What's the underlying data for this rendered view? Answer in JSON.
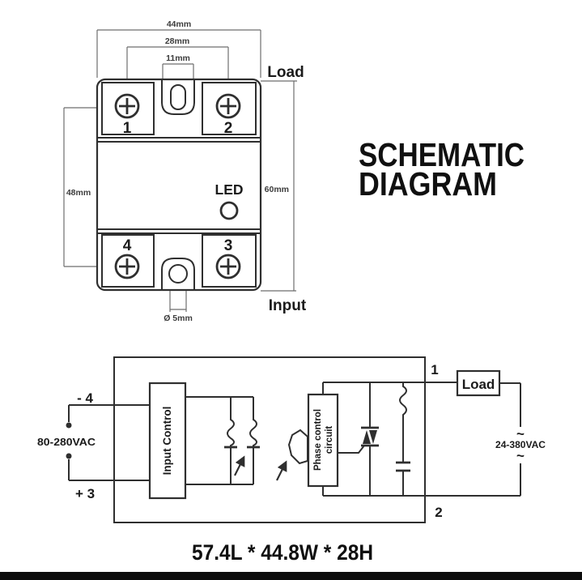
{
  "title": {
    "line1": "SCHEMATIC",
    "line2": "DIAGRAM"
  },
  "mechanical": {
    "dim_width_outer": "44mm",
    "dim_width_screws": "28mm",
    "dim_width_slot": "11mm",
    "dim_height_screws": "48mm",
    "dim_height_body": "60mm",
    "dim_hole": "Ø 5mm",
    "load_side_label": "Load",
    "input_side_label": "Input",
    "led_label": "LED",
    "terminal_1": "1",
    "terminal_2": "2",
    "terminal_3": "3",
    "terminal_4": "4"
  },
  "schematic": {
    "input_terminal_negative": "- 4",
    "input_terminal_positive": "+ 3",
    "input_voltage_range": "80-280VAC",
    "input_control_label": "Input Control",
    "phase_control_line1": "Phase control",
    "phase_control_line2": "circuit",
    "output_terminal_1": "1",
    "output_terminal_2": "2",
    "load_label": "Load",
    "output_voltage_range": "24-380VAC",
    "ac_symbol_top": "~",
    "ac_symbol_bottom": "~"
  },
  "footer": {
    "size_spec": "57.4L * 44.8W * 28H"
  },
  "colors": {
    "line": "#2f2f2f",
    "dimension": "#6e6e6e",
    "bottom_bar": "#0c0c0c"
  }
}
